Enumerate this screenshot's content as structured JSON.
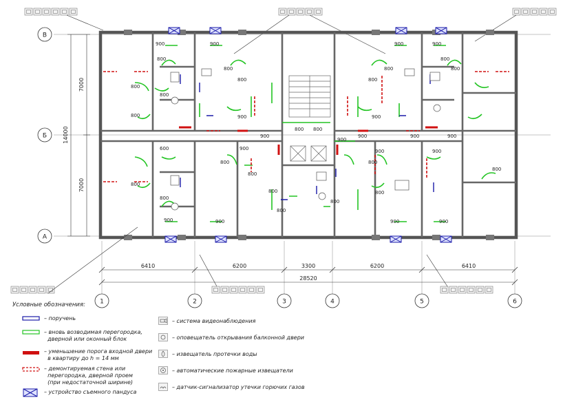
{
  "axes_letters": [
    "В",
    "Б",
    "А"
  ],
  "axes_numbers": [
    "1",
    "2",
    "3",
    "4",
    "5",
    "6"
  ],
  "vertical_dims": {
    "upper": "7000",
    "lower": "7000",
    "total": "14000"
  },
  "horizontal_dims": {
    "segments": [
      "6410",
      "6200",
      "3300",
      "6200",
      "6410"
    ],
    "total": "28520"
  },
  "opening_labels": [
    "900",
    "800",
    "600"
  ],
  "legend": {
    "title": "Условные обозначения:",
    "left_items": [
      {
        "icon": "handrail-symbol",
        "text": "– поручень"
      },
      {
        "icon": "new-partition-symbol",
        "text": "– вновь возводимая перегородка,\n  дверной или оконный блок"
      },
      {
        "icon": "threshold-symbol",
        "text": "– уменьшение порога входной двери\n  в квартиру до h = 14 мм"
      },
      {
        "icon": "demolished-wall-symbol",
        "text": "– демонтируемая стена или\n  перегородка, дверной проем\n  (при недостаточной ширине)"
      },
      {
        "icon": "removable-ramp-symbol",
        "text": "– устройство съемного пандуса"
      }
    ],
    "right_items": [
      {
        "icon": "camera-icon",
        "text": "– система видеонаблюдения"
      },
      {
        "icon": "balcony-door-alarm-icon",
        "text": "– оповещатель открывания балконной двери"
      },
      {
        "icon": "water-leak-icon",
        "text": "– извещатель протечки воды"
      },
      {
        "icon": "fire-detector-icon",
        "text": "– автоматические пожарные извещатели"
      },
      {
        "icon": "gas-leak-icon",
        "text": "– датчик-сигнализатор утечки горючих газов"
      }
    ]
  },
  "colors": {
    "wall": "#555555",
    "wall_fill": "#cfcfcf",
    "handrail": "#1a1aa8",
    "new_partition": "#22c422",
    "threshold": "#d01010",
    "demolished": "#d01010"
  }
}
